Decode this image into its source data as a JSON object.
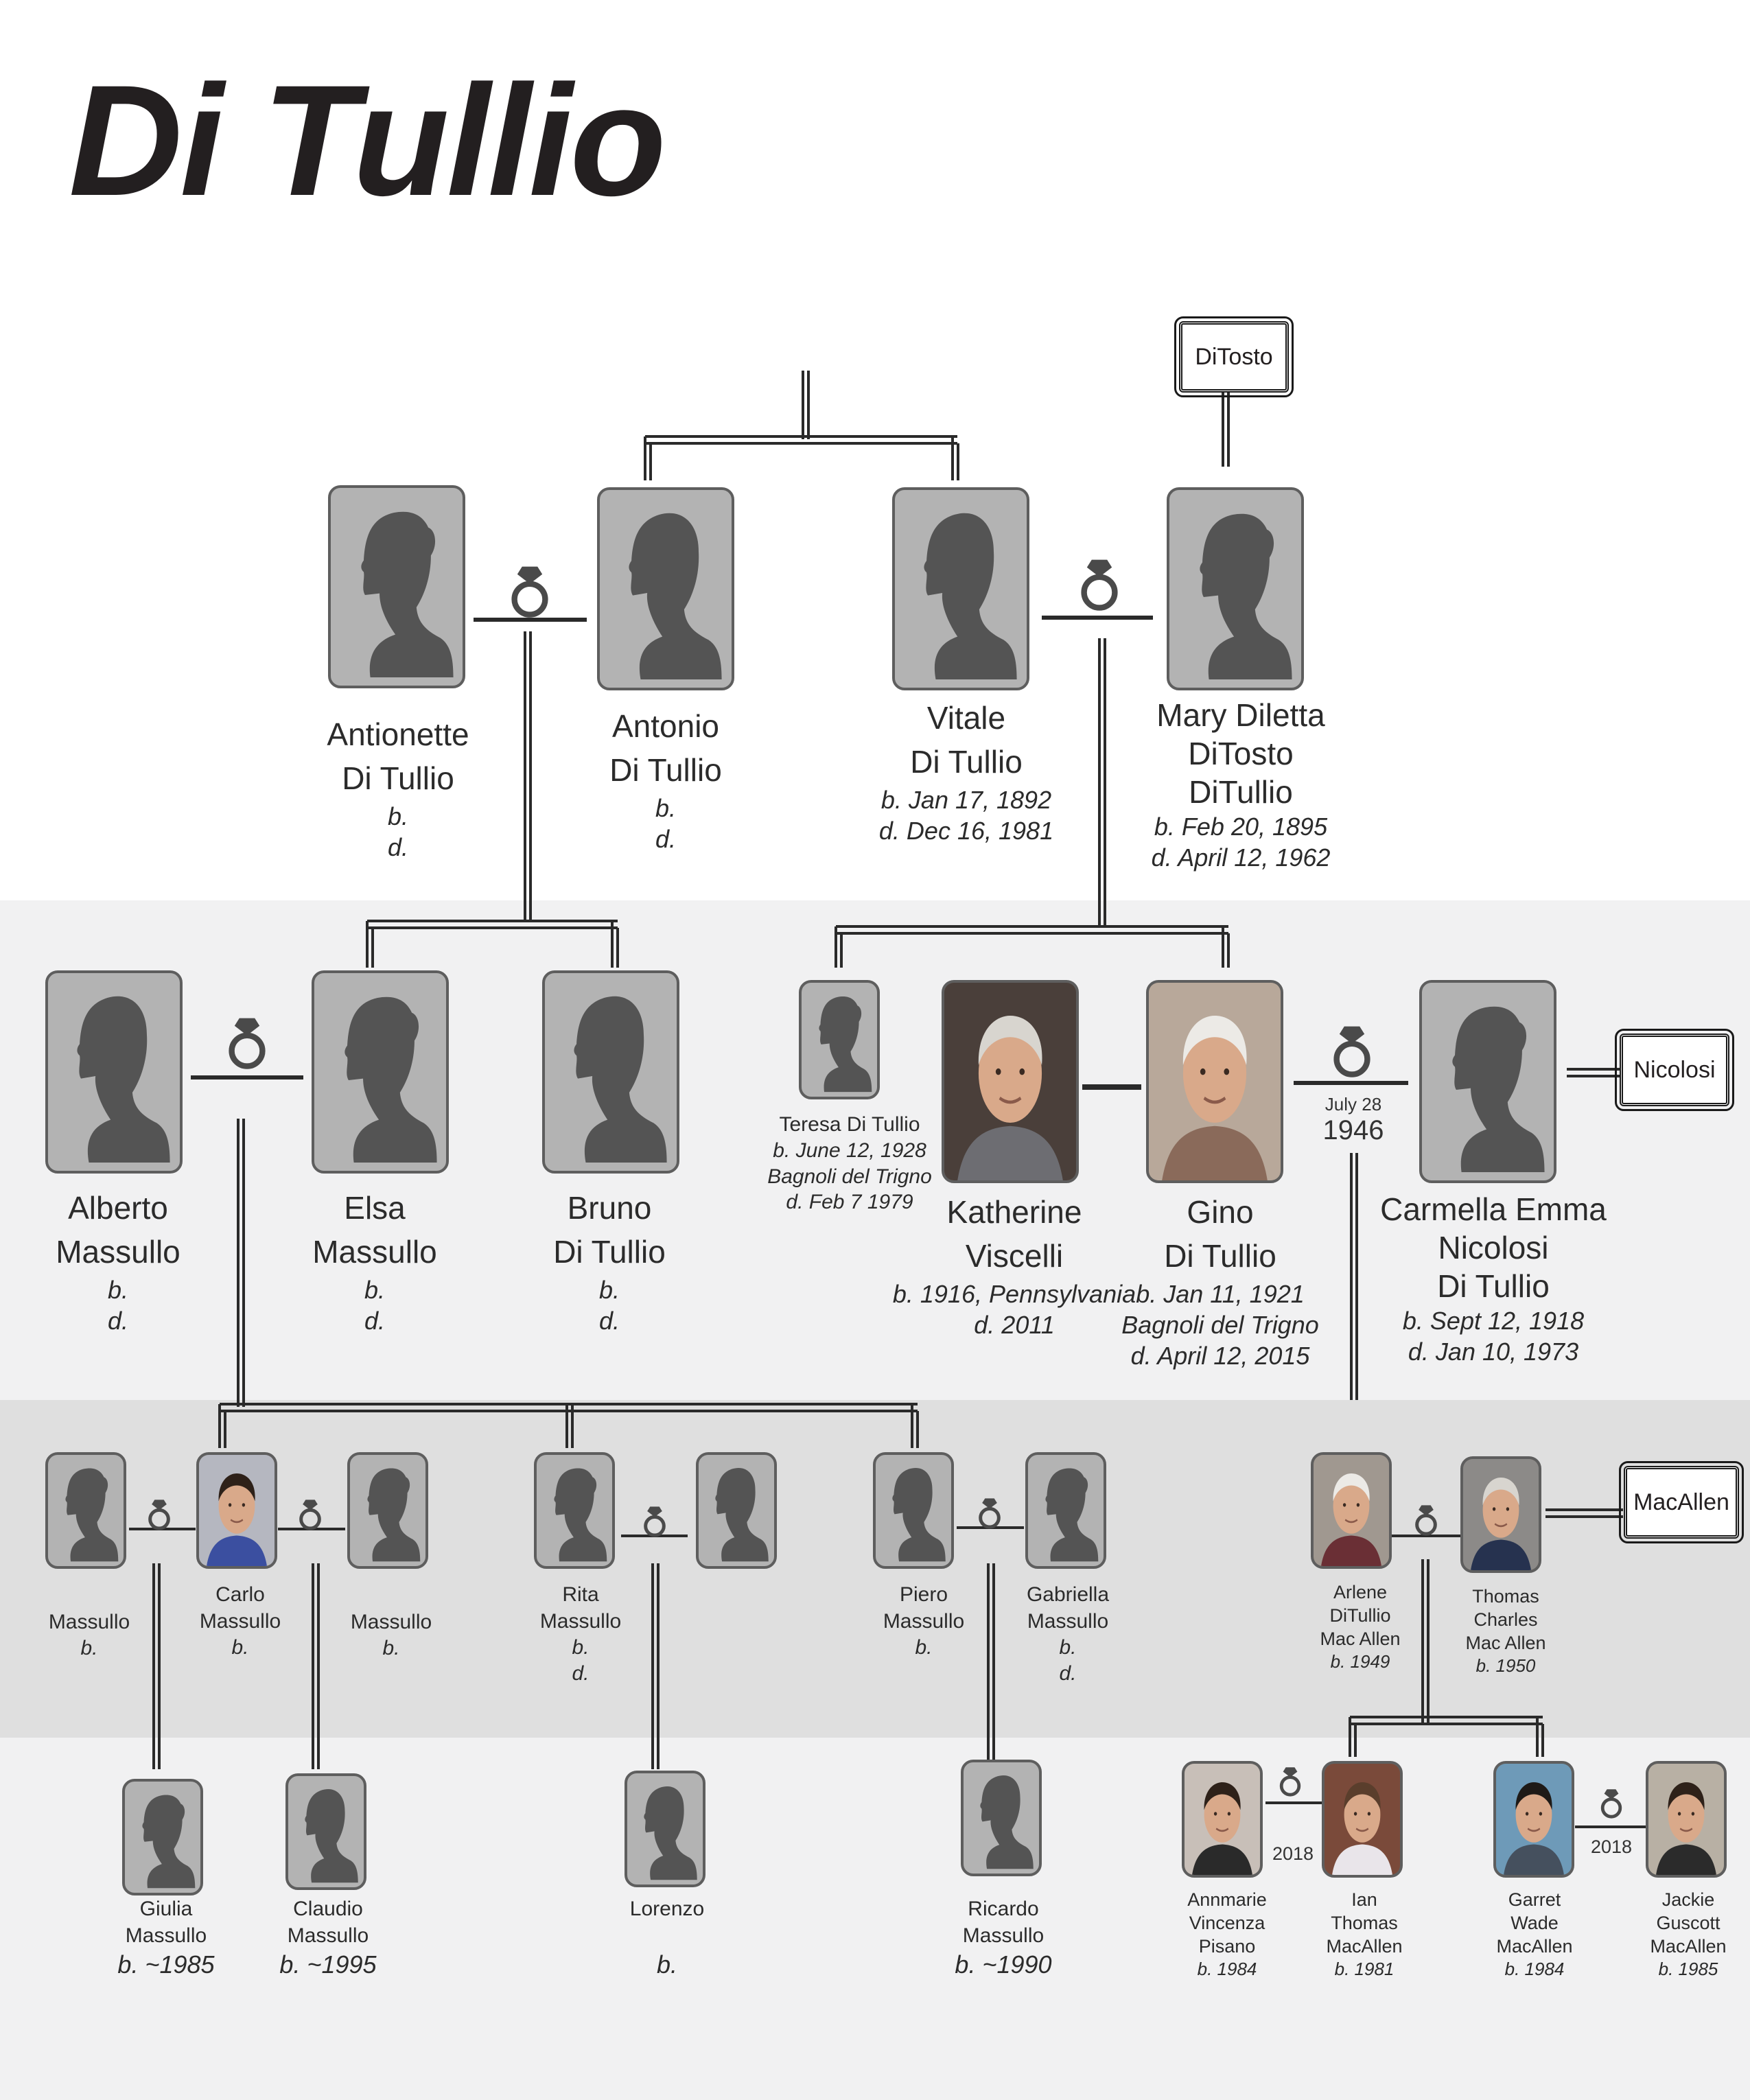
{
  "title": "Di Tullio",
  "tags": {
    "ditosto": "DiTosto",
    "nicolosi": "Nicolosi",
    "macallen": "MacAllen"
  },
  "marriage_dates": {
    "gino_carmella_day": "July 28",
    "gino_carmella_year": "1946",
    "ian_annmarie": "2018",
    "garret_jackie": "2018"
  },
  "gen1": {
    "antoinette": {
      "first": "Antionette",
      "last": "Di Tullio",
      "born": "b.",
      "died": "d."
    },
    "antonio": {
      "first": "Antonio",
      "last": "Di Tullio",
      "born": "b.",
      "died": "d."
    },
    "vitale": {
      "first": "Vitale",
      "last": "Di Tullio",
      "born": "b. Jan 17, 1892",
      "died": "d. Dec 16, 1981"
    },
    "mary": {
      "first": "Mary Diletta",
      "middle": "DiTosto",
      "last": "DiTullio",
      "born": "b. Feb 20, 1895",
      "died": "d. April 12, 1962"
    }
  },
  "gen2": {
    "alberto": {
      "first": "Alberto",
      "last": "Massullo",
      "born": "b.",
      "died": "d."
    },
    "elsa": {
      "first": "Elsa",
      "last": "Massullo",
      "born": "b.",
      "died": "d."
    },
    "bruno": {
      "first": "Bruno",
      "last": "Di Tullio",
      "born": "b.",
      "died": "d."
    },
    "teresa": {
      "name": "Teresa Di Tullio",
      "born": "b. June 12, 1928",
      "place": "Bagnoli del Trigno",
      "died": "d. Feb 7 1979"
    },
    "katherine": {
      "first": "Katherine",
      "last": "Viscelli",
      "born": "b. 1916, Pennsylvania",
      "died": "d. 2011"
    },
    "gino": {
      "first": "Gino",
      "last": "Di Tullio",
      "born": "b. Jan 11, 1921",
      "place": "Bagnoli del Trigno",
      "died": "d. April 12, 2015"
    },
    "carmella": {
      "first": "Carmella Emma",
      "middle": "Nicolosi",
      "last": "Di Tullio",
      "born": "b. Sept 12, 1918",
      "died": "d. Jan 10, 1973"
    }
  },
  "gen3": {
    "massullo_a": {
      "name": "Massullo",
      "born": "b."
    },
    "carlo": {
      "first": "Carlo",
      "last": "Massullo",
      "born": "b."
    },
    "massullo_b": {
      "name": "Massullo",
      "born": "b."
    },
    "rita": {
      "first": "Rita",
      "last": "Massullo",
      "born": "b.",
      "died": "d."
    },
    "piero": {
      "first": "Piero",
      "last": "Massullo",
      "born": "b."
    },
    "gabriella": {
      "first": "Gabriella",
      "last": "Massullo",
      "born": "b.",
      "died": "d."
    },
    "arlene": {
      "l1": "Arlene",
      "l2": "DiTullio",
      "l3": "Mac Allen",
      "born": "b. 1949"
    },
    "thomas": {
      "l1": "Thomas",
      "l2": "Charles",
      "l3": "Mac Allen",
      "born": "b. 1950"
    }
  },
  "gen4": {
    "giulia": {
      "first": "Giulia",
      "last": "Massullo",
      "born": "b. ~1985"
    },
    "claudio": {
      "first": "Claudio",
      "last": "Massullo",
      "born": "b. ~1995"
    },
    "lorenzo": {
      "first": "Lorenzo",
      "born": "b."
    },
    "ricardo": {
      "first": "Ricardo",
      "last": "Massullo",
      "born": "b. ~1990"
    },
    "annmarie": {
      "l1": "Annmarie",
      "l2": "Vincenza",
      "l3": "Pisano",
      "born": "b. 1984"
    },
    "ian": {
      "l1": "Ian",
      "l2": "Thomas",
      "l3": "MacAllen",
      "born": "b. 1981"
    },
    "garret": {
      "l1": "Garret",
      "l2": "Wade",
      "l3": "MacAllen",
      "born": "b. 1984"
    },
    "jackie": {
      "l1": "Jackie",
      "l2": "Guscott",
      "l3": "MacAllen",
      "born": "b. 1985"
    }
  },
  "colors": {
    "band2": "#f1f1f2",
    "band3": "#dfdfdf",
    "band4": "#f1f1f2",
    "card": "#b3b3b3",
    "silhouette": "#545454"
  }
}
